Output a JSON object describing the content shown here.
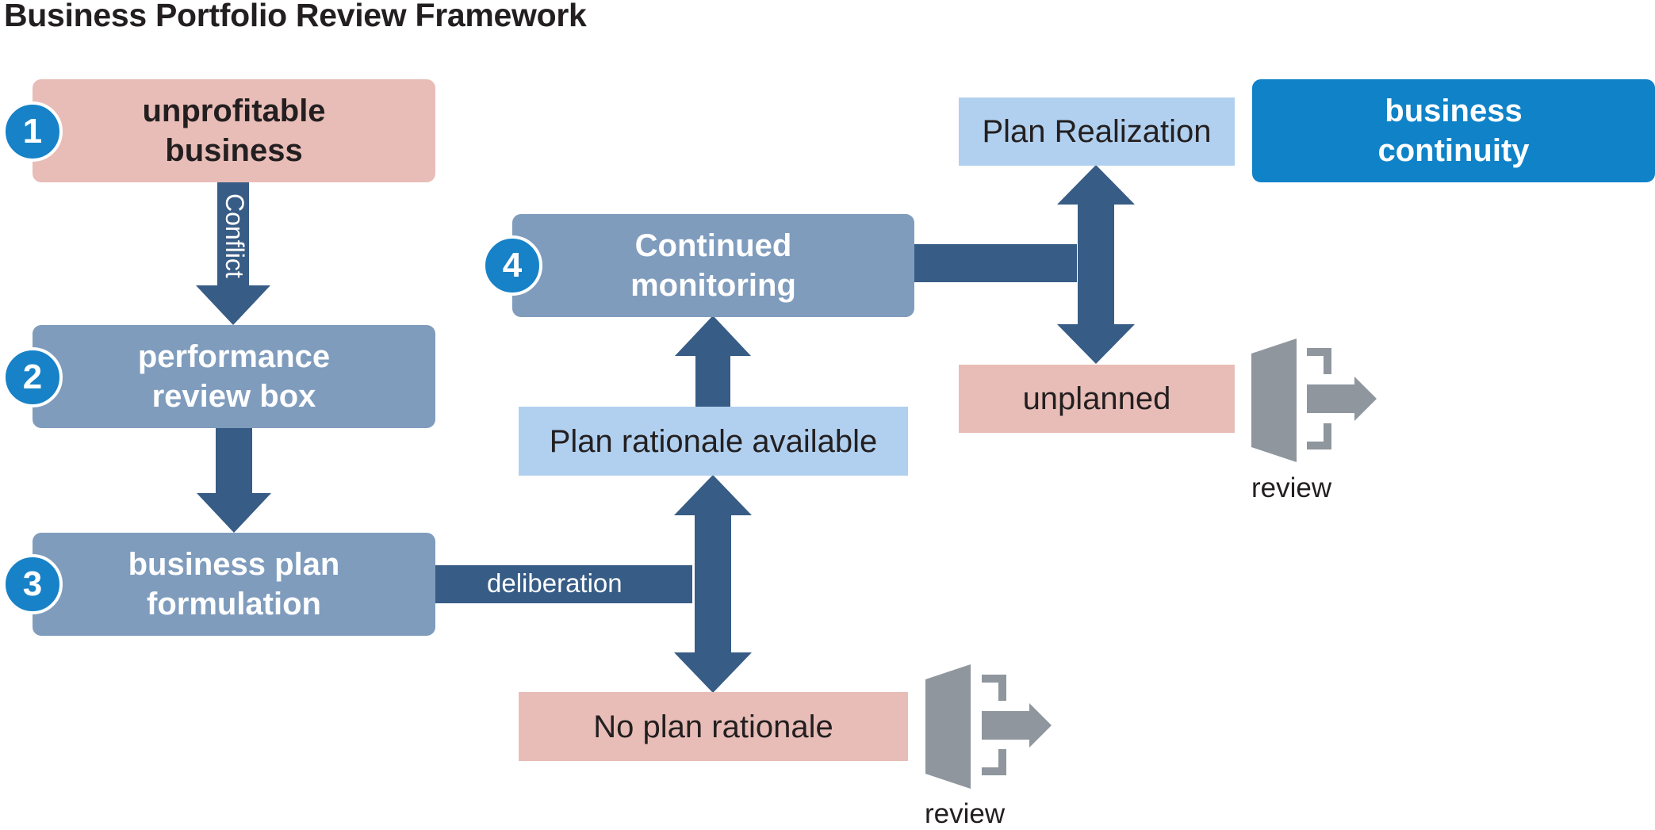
{
  "title": "Business Portfolio Review Framework",
  "colors": {
    "arrow": "#375c85",
    "steel_box": "#7f9cbd",
    "pink_box": "#e8bdb7",
    "light_box": "#b1d0ef",
    "brand_box": "#0f82c8",
    "badge": "#1782c7",
    "exit_icon": "#8f969d"
  },
  "steps": [
    {
      "number": "1",
      "line1": "unprofitable",
      "line2": "business"
    },
    {
      "number": "2",
      "line1": "performance",
      "line2": "review box"
    },
    {
      "number": "3",
      "line1": "business plan",
      "line2": "formulation"
    },
    {
      "number": "4",
      "line1": "Continued",
      "line2": "monitoring"
    }
  ],
  "arrow_labels": {
    "conflict": "Conflict",
    "deliberation": "deliberation"
  },
  "outcomes": {
    "plan_rationale_available": "Plan rationale available",
    "no_plan_rationale": "No plan rationale",
    "plan_realization": "Plan Realization",
    "unplanned": "unplanned",
    "business_continuity_line1": "business",
    "business_continuity_line2": "continuity"
  },
  "review_icons": [
    {
      "icon": "review-exit-icon",
      "caption": "review"
    },
    {
      "icon": "review-exit-icon",
      "caption": "review"
    }
  ]
}
